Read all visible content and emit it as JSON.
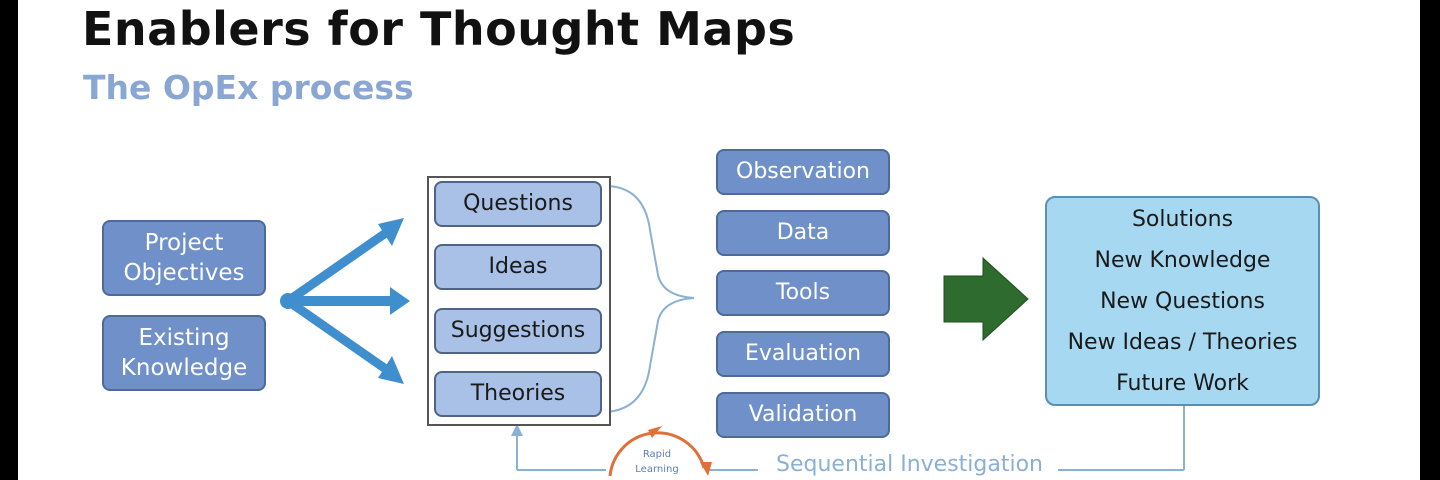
{
  "title": "Enablers for Thought Maps",
  "subtitle": "The OpEx process",
  "inputs": [
    {
      "label": "Project Objectives"
    },
    {
      "label": "Existing Knowledge"
    }
  ],
  "ideation_items": [
    "Questions",
    "Ideas",
    "Suggestions",
    "Theories"
  ],
  "methods": [
    "Observation",
    "Data",
    "Tools",
    "Evaluation",
    "Validation"
  ],
  "outputs": [
    "Solutions",
    "New Knowledge",
    "New Questions",
    "New Ideas / Theories",
    "Future Work"
  ],
  "loop": {
    "rapid_learning_line1": "Rapid",
    "rapid_learning_line2": "Learning",
    "sequential_investigation": "Sequential Investigation"
  },
  "colors": {
    "box_blue": "#6f90c9",
    "box_light": "#a9c1e6",
    "arrow_blue": "#3f8fcf",
    "arrow_green": "#2e6b2e",
    "output_fill": "#a7d8f2",
    "subtitle": "#8aa6d2",
    "loop_orange": "#e0703a"
  }
}
